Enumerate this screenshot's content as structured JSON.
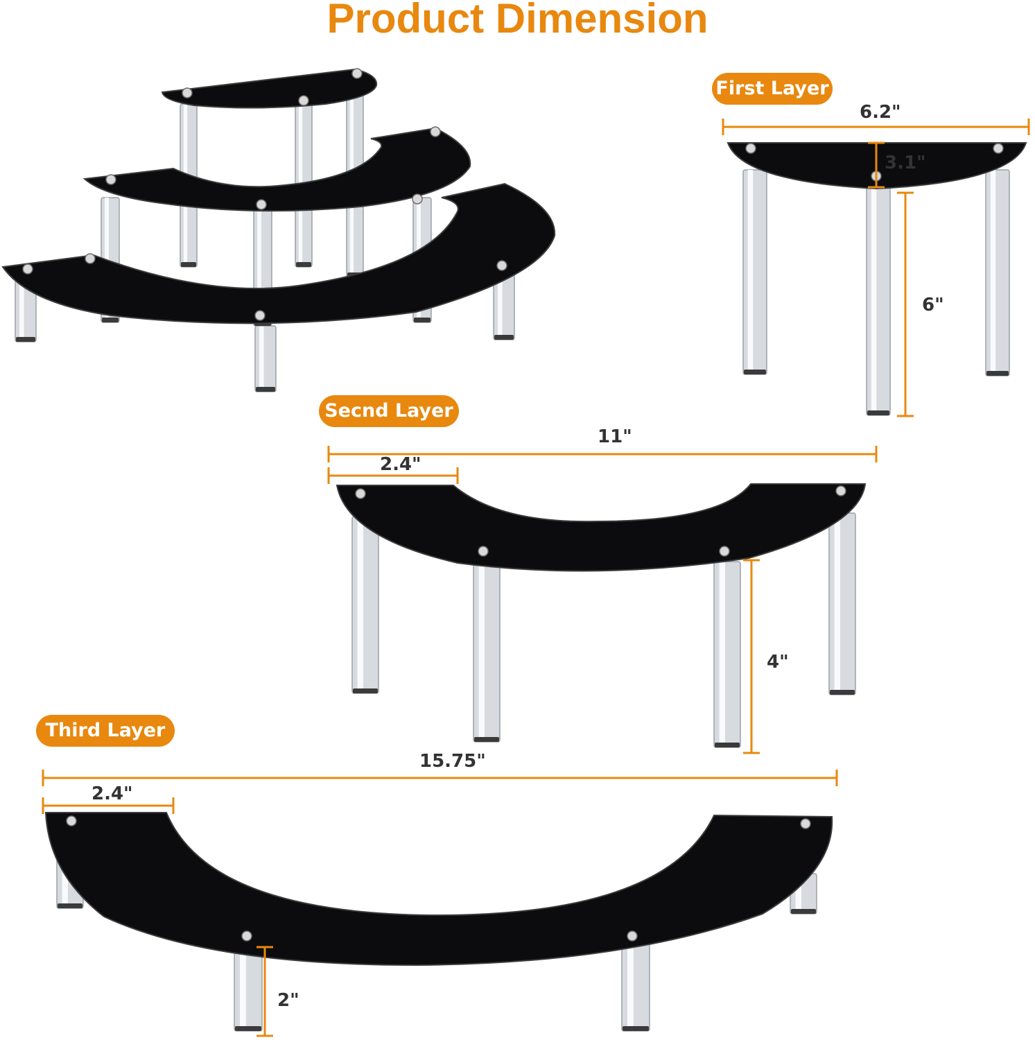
{
  "title": "Product Dimension",
  "colors": {
    "accent": "#E8880F",
    "panel": "#0c0c0e",
    "leg": "#d7dbe0",
    "dim_text": "#333333"
  },
  "layers": [
    {
      "label": "First Layer",
      "width": "6.2\"",
      "depth": "3.1\"",
      "height": "6\""
    },
    {
      "label": "Secnd Layer",
      "width": "11\"",
      "inner": "2.4\"",
      "height": "4\""
    },
    {
      "label": "Third Layer",
      "width": "15.75\"",
      "inner": "2.4\"",
      "height": "2\""
    }
  ]
}
